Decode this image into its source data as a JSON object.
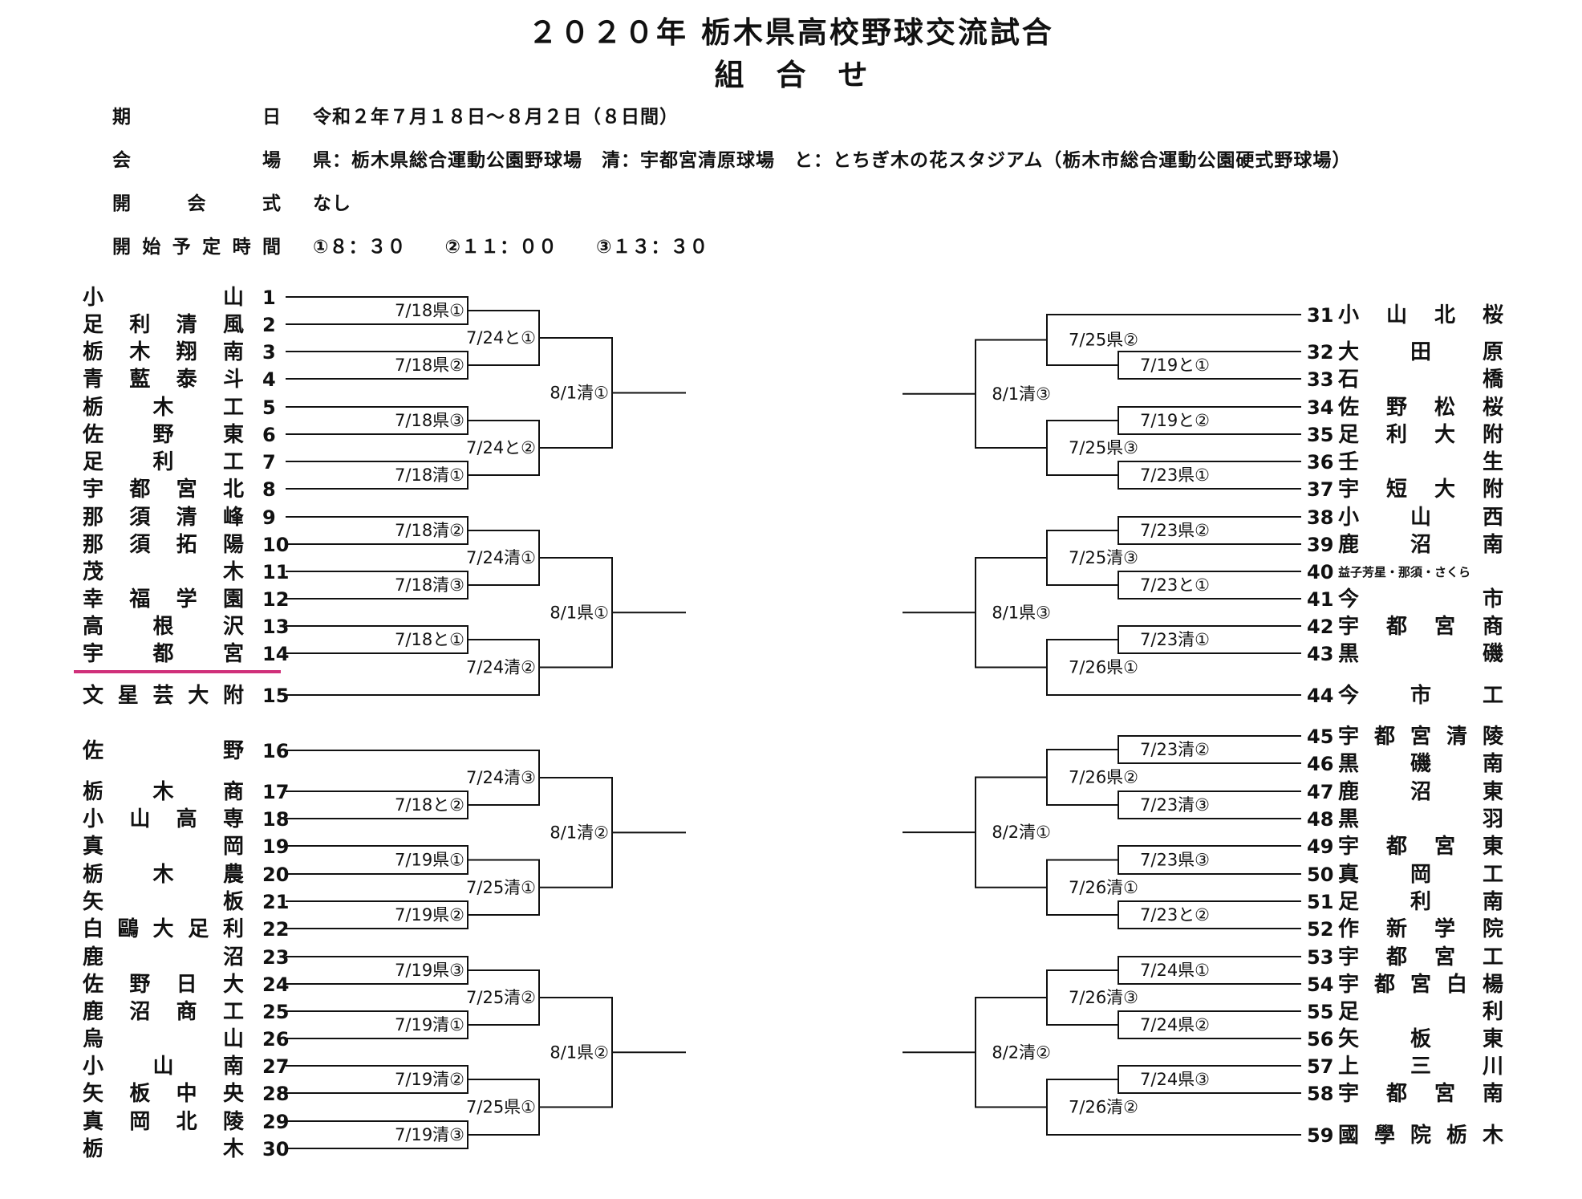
{
  "header": {
    "title": "２０２０年 栃木県高校野球交流試合",
    "subtitle": "組合せ"
  },
  "info": [
    {
      "label": "期日",
      "value": "令和２年７月１８日～８月２日（８日間）"
    },
    {
      "label": "会場",
      "value": "県：栃木県総合運動公園野球場　清：宇都宮清原球場　と：とちぎ木の花スタジアム（栃木市総合運動公園硬式野球場）"
    },
    {
      "label": "開会式",
      "value": "なし"
    },
    {
      "label": "開始予定時間",
      "value": "①８：３０　　②１１：００　　③１３：３０"
    }
  ],
  "teams_left": [
    {
      "num": "1",
      "name": "小山"
    },
    {
      "num": "2",
      "name": "足利清風"
    },
    {
      "num": "3",
      "name": "栃木翔南"
    },
    {
      "num": "4",
      "name": "青藍泰斗"
    },
    {
      "num": "5",
      "name": "栃木工"
    },
    {
      "num": "6",
      "name": "佐野東"
    },
    {
      "num": "7",
      "name": "足利工"
    },
    {
      "num": "8",
      "name": "宇都宮北"
    },
    {
      "num": "9",
      "name": "那須清峰"
    },
    {
      "num": "10",
      "name": "那須拓陽"
    },
    {
      "num": "11",
      "name": "茂木"
    },
    {
      "num": "12",
      "name": "幸福学園"
    },
    {
      "num": "13",
      "name": "高根沢"
    },
    {
      "num": "14",
      "name": "宇都宮"
    },
    {
      "num": "15",
      "name": "文星芸大附"
    },
    {
      "num": "16",
      "name": "佐野"
    },
    {
      "num": "17",
      "name": "栃木商"
    },
    {
      "num": "18",
      "name": "小山高専"
    },
    {
      "num": "19",
      "name": "真岡"
    },
    {
      "num": "20",
      "name": "栃木農"
    },
    {
      "num": "21",
      "name": "矢板"
    },
    {
      "num": "22",
      "name": "白鷗大足利"
    },
    {
      "num": "23",
      "name": "鹿沼"
    },
    {
      "num": "24",
      "name": "佐野日大"
    },
    {
      "num": "25",
      "name": "鹿沼商工"
    },
    {
      "num": "26",
      "name": "烏山"
    },
    {
      "num": "27",
      "name": "小山南"
    },
    {
      "num": "28",
      "name": "矢板中央"
    },
    {
      "num": "29",
      "name": "真岡北陵"
    },
    {
      "num": "30",
      "name": "栃木"
    }
  ],
  "teams_right": [
    {
      "num": "31",
      "name": "小山北桜"
    },
    {
      "num": "32",
      "name": "大田原"
    },
    {
      "num": "33",
      "name": "石橋"
    },
    {
      "num": "34",
      "name": "佐野松桜"
    },
    {
      "num": "35",
      "name": "足利大附"
    },
    {
      "num": "36",
      "name": "壬生"
    },
    {
      "num": "37",
      "name": "宇短大附"
    },
    {
      "num": "38",
      "name": "小山西"
    },
    {
      "num": "39",
      "name": "鹿沼南"
    },
    {
      "num": "40",
      "name": "益子芳星・那須・さくら"
    },
    {
      "num": "41",
      "name": "今市"
    },
    {
      "num": "42",
      "name": "宇都宮商"
    },
    {
      "num": "43",
      "name": "黒磯"
    },
    {
      "num": "44",
      "name": "今市工"
    },
    {
      "num": "45",
      "name": "宇都宮清陵"
    },
    {
      "num": "46",
      "name": "黒磯南"
    },
    {
      "num": "47",
      "name": "鹿沼東"
    },
    {
      "num": "48",
      "name": "黒羽"
    },
    {
      "num": "49",
      "name": "宇都宮東"
    },
    {
      "num": "50",
      "name": "真岡工"
    },
    {
      "num": "51",
      "name": "足利南"
    },
    {
      "num": "52",
      "name": "作新学院"
    },
    {
      "num": "53",
      "name": "宇都宮工"
    },
    {
      "num": "54",
      "name": "宇都宮白楊"
    },
    {
      "num": "55",
      "name": "足利"
    },
    {
      "num": "56",
      "name": "矢板東"
    },
    {
      "num": "57",
      "name": "上三川"
    },
    {
      "num": "58",
      "name": "宇都宮南"
    },
    {
      "num": "59",
      "name": "國學院栃木"
    }
  ],
  "games_left": {
    "r1": [
      "7/18県①",
      "7/18県②",
      "7/18県③",
      "7/18清①",
      "7/18清②",
      "7/18清③",
      "7/18と①",
      "7/18と②",
      "7/19県①",
      "7/19県②",
      "7/19県③",
      "7/19清①",
      "7/19清②",
      "7/19清③"
    ],
    "r2": [
      "7/24と①",
      "7/24と②",
      "7/24清①",
      "7/24清②",
      "7/24清③",
      "7/25清①",
      "7/25清②",
      "7/25県①"
    ],
    "r3": [
      "8/1清①",
      "8/1県①",
      "8/1清②",
      "8/1県②"
    ]
  },
  "games_right": {
    "r1": [
      "7/19と①",
      "7/19と②",
      "7/23県①",
      "7/23県②",
      "7/23と①",
      "7/23清①",
      "7/23清②",
      "7/23清③",
      "7/23県③",
      "7/23と②",
      "7/24県①",
      "7/24県②",
      "7/24県③"
    ],
    "r2": [
      "7/25県②",
      "7/25県③",
      "7/25清③",
      "7/26県①",
      "7/26県②",
      "7/26清①",
      "7/26清③",
      "7/26清②"
    ],
    "r3": [
      "8/1清③",
      "8/1県③",
      "8/2清①",
      "8/2清②"
    ]
  },
  "colors": {
    "highlight": "#d0307a",
    "line": "#111111"
  }
}
